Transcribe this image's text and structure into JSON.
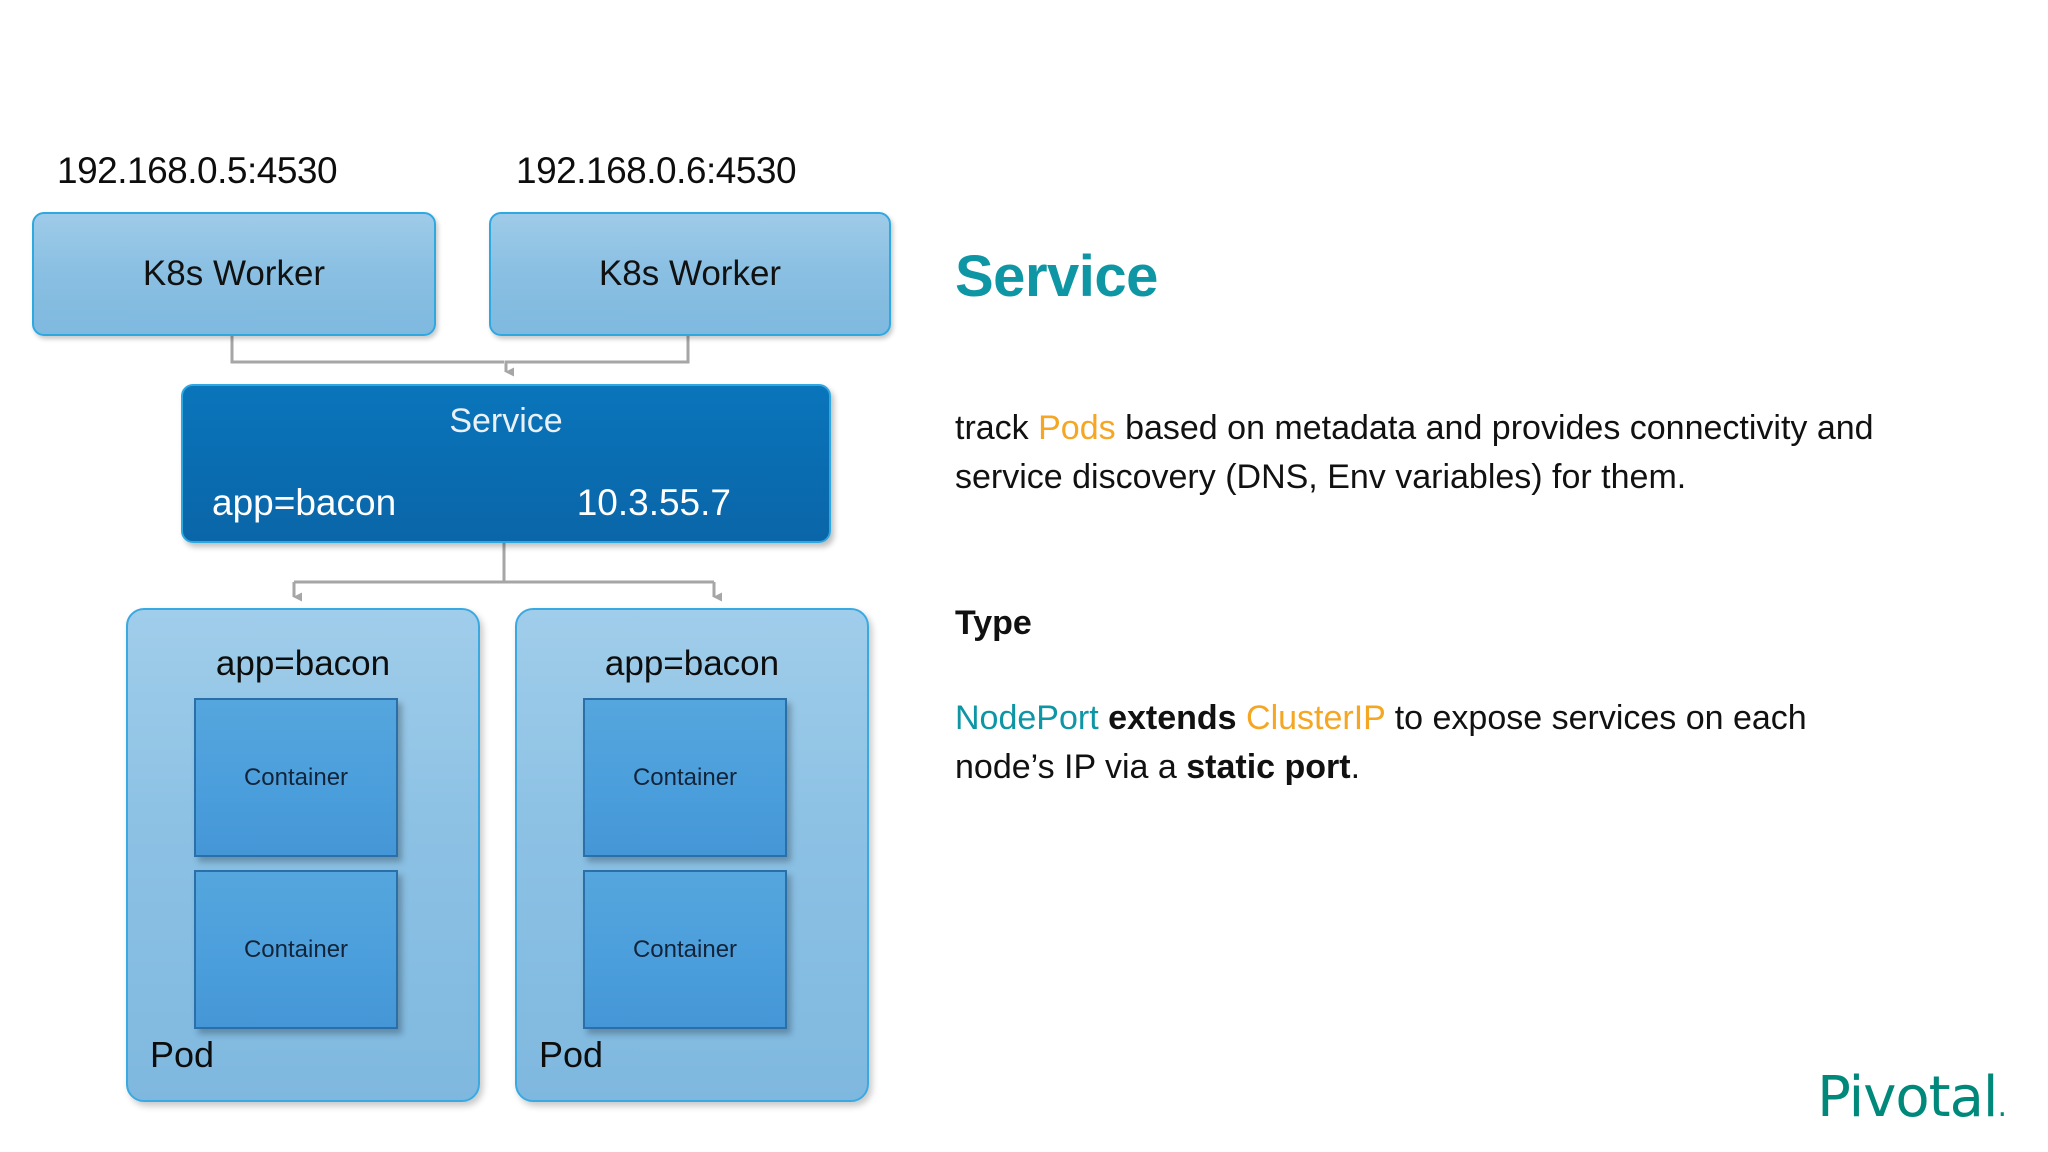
{
  "slide": {
    "title": "Service",
    "title_color": "#0e96a4",
    "background": "#ffffff"
  },
  "diagram": {
    "workers": [
      {
        "ip": "192.168.0.5:4530",
        "label": "K8s Worker"
      },
      {
        "ip": "192.168.0.6:4530",
        "label": "K8s Worker"
      }
    ],
    "service": {
      "title": "Service",
      "selector": "app=bacon",
      "cluster_ip": "10.3.55.7",
      "fill_color": "#0a6cb0",
      "border_color": "#2fa8e0"
    },
    "pods": [
      {
        "selector": "app=bacon",
        "name": "Pod",
        "containers": [
          {
            "label": "Container"
          },
          {
            "label": "Container"
          }
        ]
      },
      {
        "selector": "app=bacon",
        "name": "Pod",
        "containers": [
          {
            "label": "Container"
          },
          {
            "label": "Container"
          }
        ]
      }
    ],
    "colors": {
      "worker_fill": "#8cc1e4",
      "pod_fill": "#8cc1e4",
      "container_fill": "#4a9edb",
      "connector": "#a6a6a6"
    }
  },
  "content": {
    "description": {
      "pre": "track ",
      "kw_pods": "Pods",
      "post": " based on metadata and provides connectivity and service discovery (DNS, Env variables) for them."
    },
    "type_heading": "Type",
    "nodeport": {
      "kw_nodeport": "NodePort",
      "bold_extends": " extends ",
      "kw_clusterip": "ClusterIP",
      "mid": " to expose services on each node’s IP via a ",
      "bold_static_port": "static port",
      "end": "."
    }
  },
  "branding": {
    "logo_text": "Pivotal",
    "logo_dot": ".",
    "logo_color": "#00897b"
  }
}
